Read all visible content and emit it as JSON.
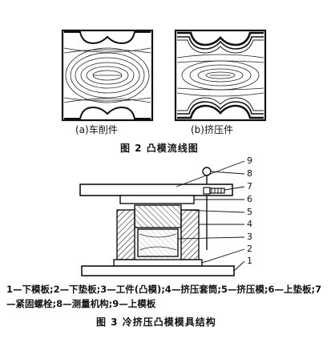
{
  "figure2": {
    "left_label": "(a)车削件",
    "right_label": "(b)挤压件",
    "caption": "图 2   凸模流线图"
  },
  "figure3": {
    "callouts": [
      "9",
      "8",
      "7",
      "6",
      "5",
      "4",
      "3",
      "2",
      "1"
    ],
    "legend": "1—下模板;2—下垫板;3—工件(凸模);4—挤压套筒;5—挤压模;6—上垫板;7—紧固螺栓;8—测量机构;9—上模板",
    "caption": "图 3   冷挤压凸模模具结构"
  }
}
